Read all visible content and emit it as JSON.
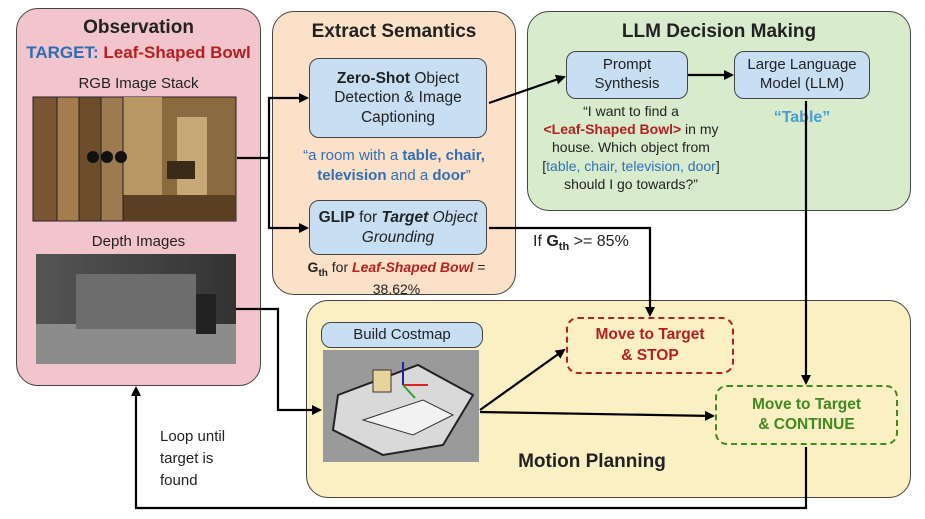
{
  "observation": {
    "title": "Observation",
    "target_prefix": "TARGET:",
    "target_name": "Leaf-Shaped Bowl",
    "rgb_label": "RGB Image Stack",
    "depth_label": "Depth Images"
  },
  "semantics": {
    "title": "Extract Semantics",
    "detection_bold": "Zero-Shot",
    "detection_rest_1": " Object",
    "detection_rest_2": "Detection & Image",
    "detection_rest_3": "Captioning",
    "caption_1": "“a room with a ",
    "caption_table": "table, chair,",
    "caption_tv": "television",
    "caption_and": " and a ",
    "caption_door": "door",
    "caption_end": "”",
    "glip_bold": "GLIP",
    "glip_rest": " for ",
    "glip_target": "Target",
    "glip_object": " Object",
    "glip_grounding": "Grounding",
    "gth_label": "G",
    "gth_sub": "th",
    "gth_for": " for ",
    "gth_object": "Leaf-Shaped Bowl",
    "gth_value": " = 38.62%"
  },
  "llm": {
    "title": "LLM Decision Making",
    "prompt_box": "Prompt Synthesis",
    "llm_box": "Large Language Model (LLM)",
    "answer": "“Table”",
    "q_1": "“I want to find a",
    "q_obj": "<Leaf-Shaped Bowl>",
    "q_2": " in my",
    "q_3": "house. Which object from",
    "q_list_open": "[",
    "q_list": "table, chair, television, door",
    "q_list_close": "]",
    "q_4": "should I go towards?”"
  },
  "condition": {
    "prefix": "If ",
    "g": "G",
    "sub": "th",
    "rest": " >= 85%"
  },
  "motion": {
    "title": "Motion Planning",
    "costmap_label": "Build Costmap",
    "stop_1": "Move to Target",
    "stop_2": "& STOP",
    "cont_1": "Move to Target",
    "cont_2": "& CONTINUE"
  },
  "loop_text": [
    "Loop until",
    "target is",
    "found"
  ],
  "colors": {
    "observation_bg": "#f2c4cc",
    "semantics_bg": "#fbe1c8",
    "llm_bg": "#d8ebcc",
    "motion_bg": "#fbefc4",
    "box_bg": "#c7def3",
    "stop_color": "#b42020",
    "continue_color": "#3f8a1f"
  }
}
